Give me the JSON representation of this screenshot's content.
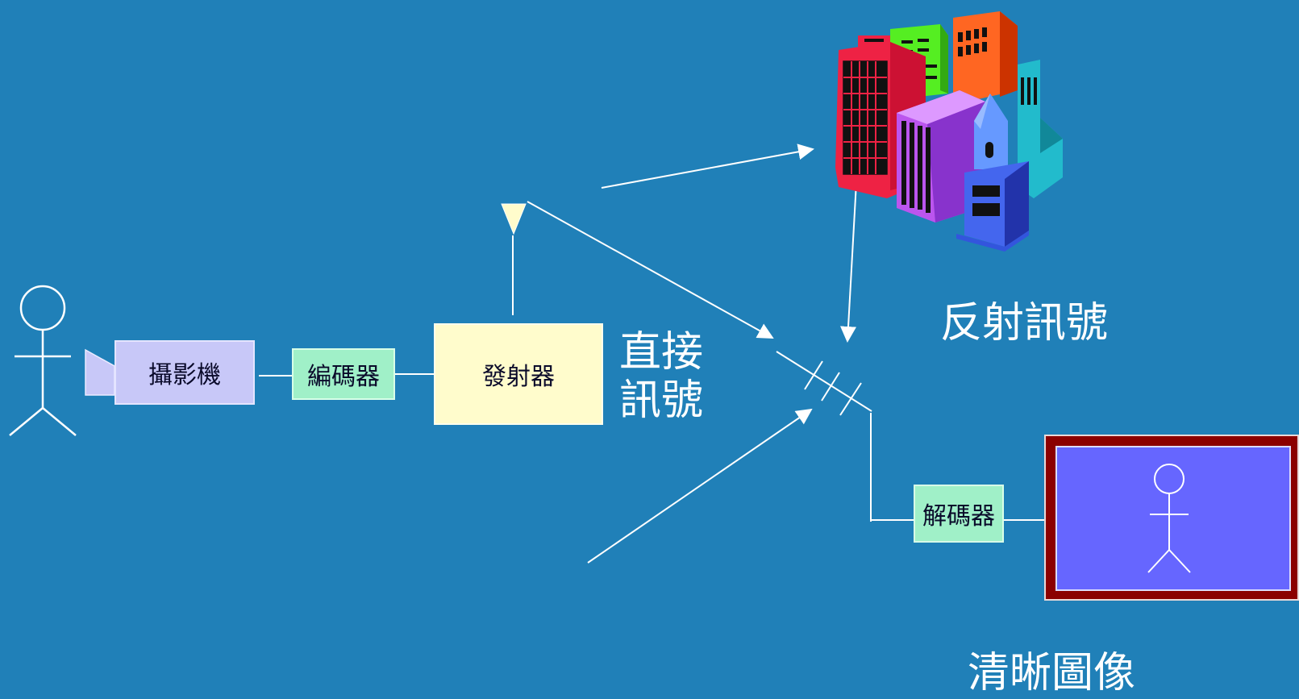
{
  "boxes": {
    "camera": "攝影機",
    "encoder": "編碼器",
    "transmitter": "發射器",
    "decoder": "解碼器"
  },
  "labels": {
    "direct_line1": "直接",
    "direct_line2": "訊號",
    "reflected": "反射訊號",
    "clear_image": "清晰圖像"
  },
  "colors": {
    "background": "#2080b8",
    "camera_box": "#c8c8f8",
    "encoder_box": "#a0f0c8",
    "transmitter_box": "#fffccc",
    "decoder_box": "#a0f0c8",
    "monitor_frame": "#8b0000",
    "monitor_screen": "#6666ff",
    "lines": "#ffffff"
  },
  "icons": [
    "stick-figure-icon",
    "camera-lens-icon",
    "antenna-icon",
    "city-buildings-icon",
    "receiver-antenna-icon",
    "stick-figure-on-screen-icon"
  ]
}
